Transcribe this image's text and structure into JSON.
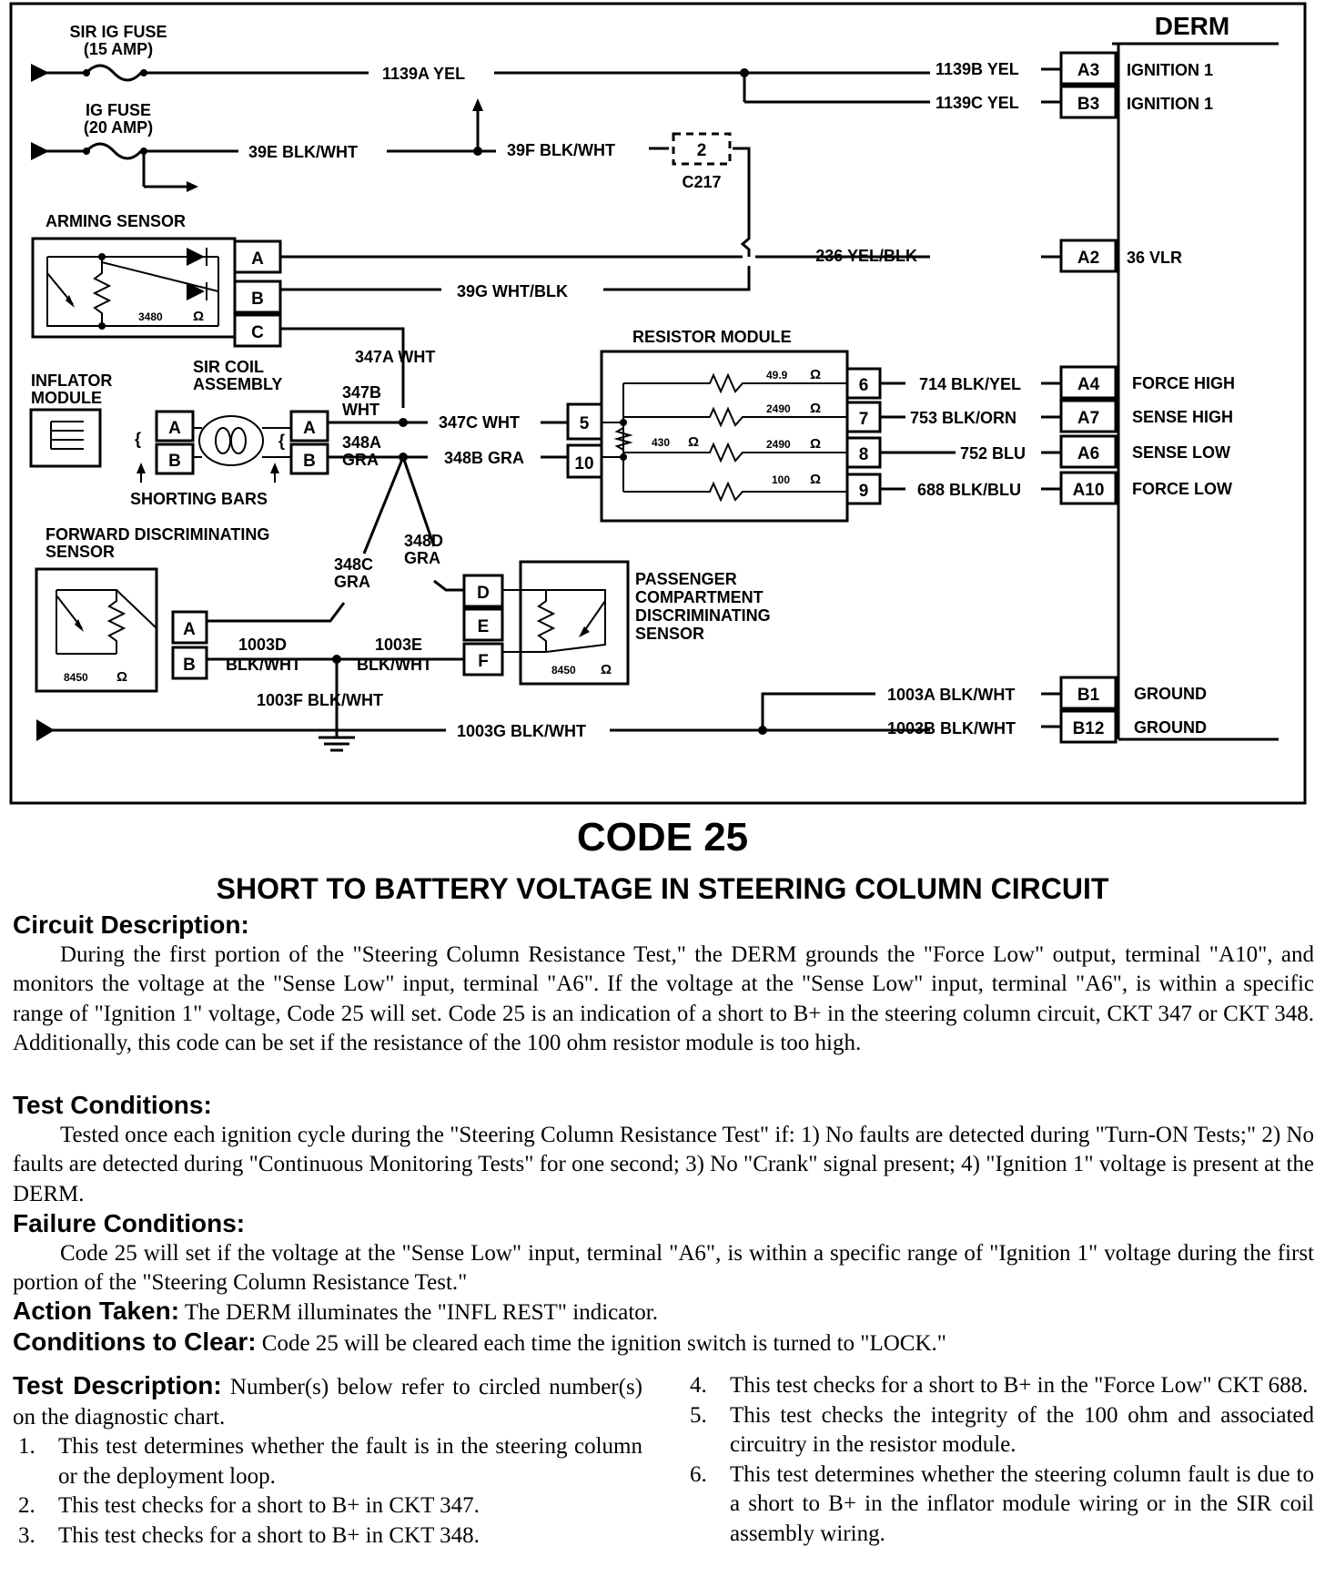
{
  "diagram": {
    "derm_title": "DERM",
    "sir_ig_fuse": [
      "SIR IG FUSE",
      "(15 AMP)"
    ],
    "ig_fuse": [
      "IG FUSE",
      "(20 AMP)"
    ],
    "wire_1139a": "1139A YEL",
    "wire_39e": "39E BLK/WHT",
    "wire_39f": "39F BLK/WHT",
    "connector_c217_pin": "2",
    "connector_c217": "C217",
    "arming_sensor": "ARMING SENSOR",
    "arming_resistance": "3480",
    "ohm": "Ω",
    "pin_a": "A",
    "pin_b": "B",
    "pin_c": "C",
    "wire_39g": "39G WHT/BLK",
    "wire_347a": "347A WHT",
    "inflator_module": [
      "INFLATOR",
      "MODULE"
    ],
    "sir_coil": [
      "SIR COIL",
      "ASSEMBLY"
    ],
    "wire_347b": [
      "347B",
      "WHT"
    ],
    "wire_348a": [
      "348A",
      "GRA"
    ],
    "wire_347c": "347C WHT",
    "wire_348b": "348B GRA",
    "shorting_bars": "SHORTING BARS",
    "resistor_module": "RESISTOR MODULE",
    "r_49_9": "49.9",
    "r_2490a": "2490",
    "r_430": "430",
    "r_2490b": "2490",
    "r_100": "100",
    "rm_pin_5": "5",
    "rm_pin_10": "10",
    "rm_pin_6": "6",
    "rm_pin_7": "7",
    "rm_pin_8": "8",
    "rm_pin_9": "9",
    "wire_714": "714 BLK/YEL",
    "wire_753": "753 BLK/ORN",
    "wire_752": "752 BLU",
    "wire_688": "688 BLK/BLU",
    "forward_sensor": [
      "FORWARD DISCRIMINATING",
      "SENSOR"
    ],
    "wire_348c": [
      "348C",
      "GRA"
    ],
    "wire_348d": [
      "348D",
      "GRA"
    ],
    "pin_d": "D",
    "pin_e": "E",
    "pin_f": "F",
    "passenger_sensor": [
      "PASSENGER",
      "COMPARTMENT",
      "DISCRIMINATING",
      "SENSOR"
    ],
    "sensor_resistance": "8450",
    "wire_1003d": [
      "1003D",
      "BLK/WHT"
    ],
    "wire_1003e": [
      "1003E",
      "BLK/WHT"
    ],
    "wire_1003f": "1003F BLK/WHT",
    "wire_1003g": "1003G BLK/WHT",
    "wire_1139b": "1139B YEL",
    "wire_1139c": "1139C YEL",
    "wire_236": "236 YEL/BLK",
    "wire_1003a": "1003A BLK/WHT",
    "wire_1003b": "1003B BLK/WHT",
    "derm_pins": [
      "A3",
      "B3",
      "A2",
      "A4",
      "A7",
      "A6",
      "A10",
      "B1",
      "B12"
    ],
    "derm_labels": [
      "IGNITION 1",
      "IGNITION 1",
      "36 VLR",
      "FORCE HIGH",
      "SENSE HIGH",
      "SENSE LOW",
      "FORCE LOW",
      "GROUND",
      "GROUND"
    ]
  },
  "heading": {
    "code": "CODE 25",
    "title": "SHORT TO BATTERY VOLTAGE IN STEERING COLUMN CIRCUIT"
  },
  "circuit_description": {
    "heading": "Circuit Description:",
    "body": "During the first portion of the \"Steering Column Resistance Test,\" the DERM grounds the \"Force Low\" output, terminal \"A10\", and monitors the voltage at the \"Sense Low\" input, terminal \"A6\". If the voltage at the \"Sense Low\" input, terminal \"A6\", is within a specific range of \"Ignition 1\" voltage, Code 25 will set. Code 25 is an indication of a short to B+ in the steering column circuit, CKT 347 or CKT 348. Additionally, this code can be set if the resistance of the 100 ohm resistor module is too high."
  },
  "test_conditions": {
    "heading": "Test Conditions:",
    "body": "Tested once each ignition cycle during the \"Steering Column Resistance Test\" if: 1) No faults are detected during \"Turn-ON Tests;\" 2) No faults are detected during \"Continuous Monitoring Tests\" for one second; 3) No \"Crank\" signal present; 4) \"Ignition 1\" voltage is present at the DERM."
  },
  "failure_conditions": {
    "heading": "Failure Conditions:",
    "body": "Code 25 will set if the voltage at the \"Sense Low\" input, terminal \"A6\", is within a specific range of \"Ignition 1\" voltage during the first portion of the \"Steering Column Resistance Test.\""
  },
  "action_taken": {
    "heading": "Action Taken:",
    "body": "The DERM illuminates the \"INFL REST\" indicator."
  },
  "conditions_to_clear": {
    "heading": "Conditions to Clear:",
    "body": "Code 25 will be cleared each time the ignition switch is turned to \"LOCK.\""
  },
  "test_description": {
    "heading": "Test Description:",
    "intro": "Number(s) below refer to circled number(s) on the diagnostic chart.",
    "items": [
      {
        "num": "1.",
        "text": "This test determines whether the fault is in the steering column or the deployment loop."
      },
      {
        "num": "2.",
        "text": "This test checks for a short to B+ in CKT 347."
      },
      {
        "num": "3.",
        "text": "This test checks for a short to B+ in CKT 348."
      },
      {
        "num": "4.",
        "text": "This test checks for a short to B+ in the \"Force Low\" CKT 688."
      },
      {
        "num": "5.",
        "text": "This test checks the integrity of the 100 ohm and associated circuitry in the resistor module."
      },
      {
        "num": "6.",
        "text": "This test determines whether the steering column fault is due to a short to B+ in the inflator module wiring or in the SIR coil assembly wiring."
      }
    ]
  }
}
